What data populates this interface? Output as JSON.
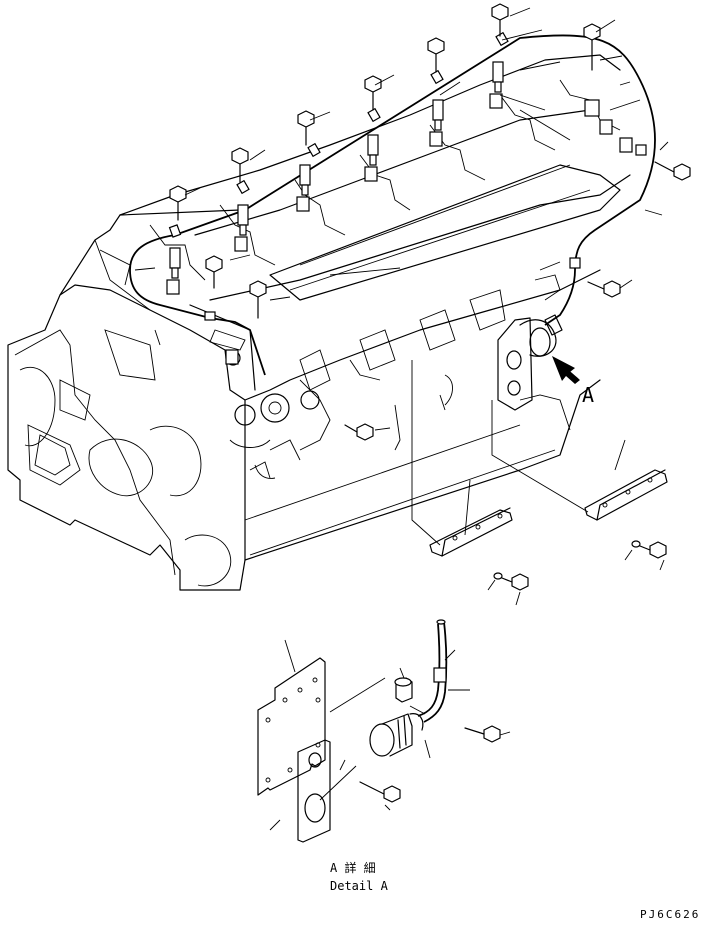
{
  "view_arrow_label": "A",
  "detail_title_jp": "A 詳 細",
  "detail_title_en": "Detail A",
  "drawing_number": "PJ6C626",
  "colors": {
    "ink": "#000000",
    "paper": "#ffffff"
  }
}
